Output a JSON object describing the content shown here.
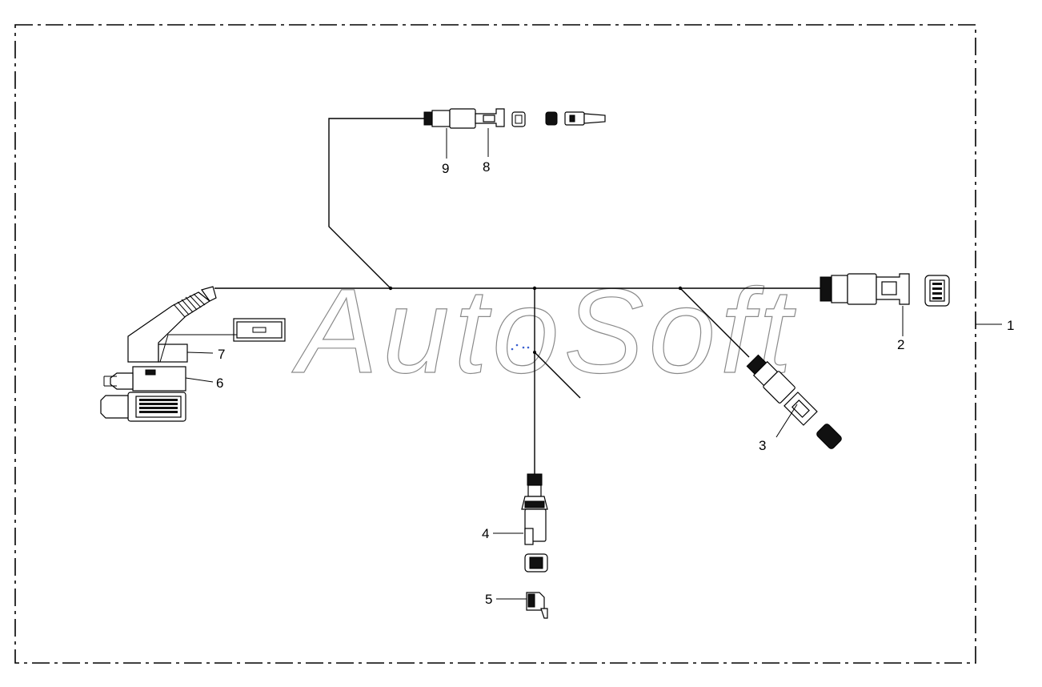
{
  "watermark": "AutoSoft",
  "callouts": {
    "c1": "1",
    "c2": "2",
    "c3": "3",
    "c4": "4",
    "c5": "5",
    "c6": "6",
    "c7": "7",
    "c8": "8",
    "c9": "9"
  },
  "colors": {
    "lines": "#000000",
    "watermark": "#8a8a8a",
    "background": "#ffffff"
  }
}
